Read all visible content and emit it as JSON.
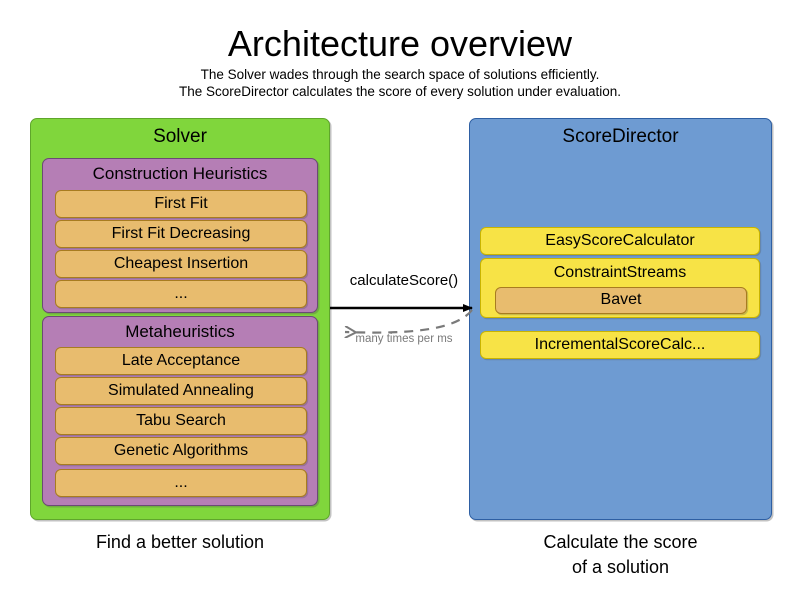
{
  "header": {
    "title": "Architecture overview",
    "subtitle_line1": "The Solver wades through the search space of solutions efficiently.",
    "subtitle_line2": "The ScoreDirector calculates the score of every solution under evaluation."
  },
  "colors": {
    "solver_panel": "#80D63C",
    "scoredirector_panel": "#6E9BD2",
    "group_box": "#B57EB5",
    "item_orange": "#E8BC6E",
    "item_yellow": "#F7E346",
    "background": "#FFFFFF",
    "solid_arrow": "#000000",
    "dashed_arrow": "#7A7A7A"
  },
  "solver": {
    "title": "Solver",
    "caption_line1": "Find a better solution",
    "groups": [
      {
        "title": "Construction Heuristics",
        "items": [
          "First Fit",
          "First Fit Decreasing",
          "Cheapest Insertion",
          "..."
        ]
      },
      {
        "title": "Metaheuristics",
        "items": [
          "Late Acceptance",
          "Simulated Annealing",
          "Tabu Search",
          "Genetic Algorithms",
          "..."
        ]
      }
    ]
  },
  "score_director": {
    "title": "ScoreDirector",
    "caption_line1": "Calculate the score",
    "caption_line2": "of a solution",
    "items": [
      {
        "label": "EasyScoreCalculator",
        "nested": null
      },
      {
        "label": "ConstraintStreams",
        "nested": "Bavet"
      },
      {
        "label": "IncrementalScoreCalc...",
        "nested": null
      }
    ]
  },
  "arrows": {
    "forward_label": "calculateScore()",
    "return_label": "many times per ms"
  }
}
